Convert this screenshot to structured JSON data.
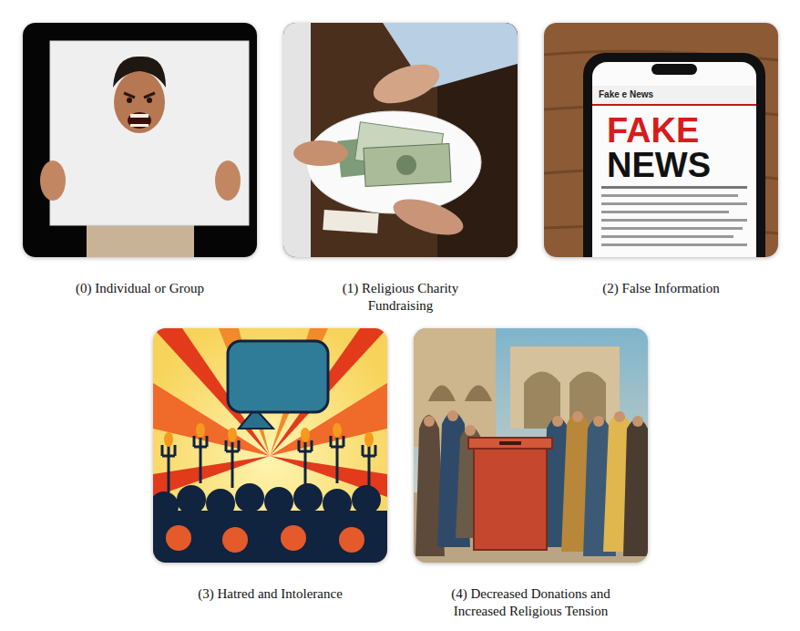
{
  "diagram": {
    "nodes": [
      {
        "text": [
          "(0) Individual or Group"
        ]
      },
      {
        "text": [
          "(1) Religious Charity Fundraising"
        ]
      },
      {
        "text": [
          "(2) False Information"
        ]
      },
      {
        "text": [
          "(3) Hatred and Intolerance"
        ]
      },
      {
        "text": [
          "(4) Decreased Donations and Increased Religious Tension"
        ]
      }
    ],
    "labels": [
      "Fake e News",
      "FAKE",
      "NEWS"
    ]
  }
}
